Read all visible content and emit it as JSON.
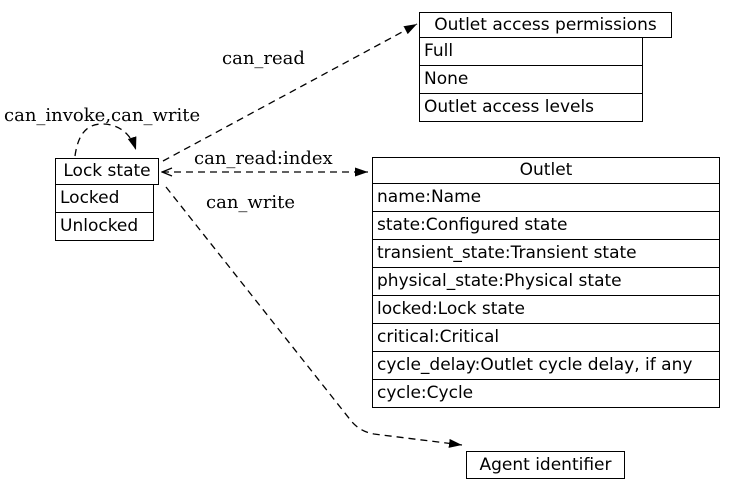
{
  "colors": {
    "background": "#ffffff",
    "stroke": "#000000",
    "text": "#000000"
  },
  "nodes": {
    "permissions": {
      "title": "Outlet access permissions",
      "rows": [
        "Full",
        "None",
        "Outlet access levels"
      ]
    },
    "lock_state": {
      "title": "Lock state",
      "rows": [
        "Locked",
        "Unlocked"
      ]
    },
    "outlet": {
      "title": "Outlet",
      "rows": [
        "name:Name",
        "state:Configured state",
        "transient_state:Transient state",
        "physical_state:Physical state",
        "locked:Lock state",
        "critical:Critical",
        "cycle_delay:Outlet cycle delay, if any",
        "cycle:Cycle"
      ]
    },
    "agent": {
      "title": "Agent identifier"
    }
  },
  "edges": [
    {
      "label": "can_invoke,can_write",
      "from": "Lock state",
      "to": "Lock state",
      "style": "dashed"
    },
    {
      "label": "can_read",
      "from": "Lock state",
      "to": "Outlet access permissions",
      "style": "dashed"
    },
    {
      "label": "can_read:index",
      "from": "Lock state",
      "to": "Outlet",
      "style": "dashed"
    },
    {
      "label": "can_write",
      "from": "Lock state",
      "to": "Agent identifier",
      "style": "dashed"
    }
  ]
}
